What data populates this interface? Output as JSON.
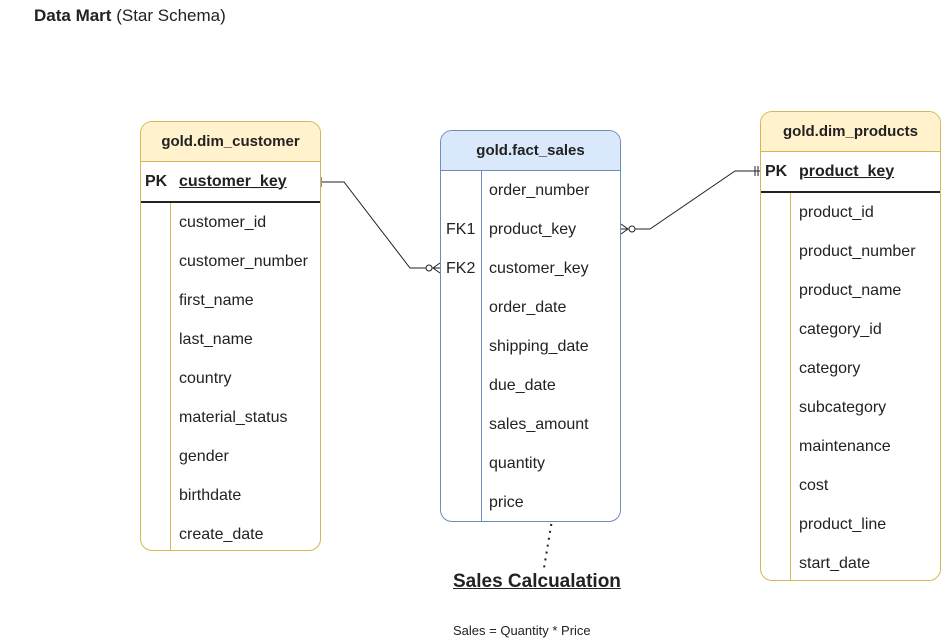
{
  "title": {
    "bold": "Data Mart",
    "rest": "(Star Schema)"
  },
  "entities": {
    "customer": {
      "name": "gold.dim_customer",
      "pk_label": "PK",
      "pk_field": "customer_key",
      "fields": [
        "customer_id",
        "customer_number",
        "first_name",
        "last_name",
        "country",
        "material_status",
        "gender",
        "birthdate",
        "create_date"
      ]
    },
    "sales": {
      "name": "gold.fact_sales",
      "rows": [
        {
          "key": "",
          "field": "order_number"
        },
        {
          "key": "FK1",
          "field": "product_key"
        },
        {
          "key": "FK2",
          "field": "customer_key"
        },
        {
          "key": "",
          "field": "order_date"
        },
        {
          "key": "",
          "field": "shipping_date"
        },
        {
          "key": "",
          "field": "due_date"
        },
        {
          "key": "",
          "field": "sales_amount"
        },
        {
          "key": "",
          "field": "quantity"
        },
        {
          "key": "",
          "field": "price"
        }
      ]
    },
    "products": {
      "name": "gold.dim_products",
      "pk_label": "PK",
      "pk_field": "product_key",
      "fields": [
        "product_id",
        "product_number",
        "product_name",
        "category_id",
        "category",
        "subcategory",
        "maintenance",
        "cost",
        "product_line",
        "start_date"
      ]
    }
  },
  "calculation": {
    "title": "Sales Calcualation",
    "formula": "Sales = Quantity * Price"
  },
  "colors": {
    "dim_fill": "#fff2cc",
    "dim_border": "#d6b656",
    "fact_fill": "#dae8fc",
    "fact_border": "#6c8ebf"
  }
}
